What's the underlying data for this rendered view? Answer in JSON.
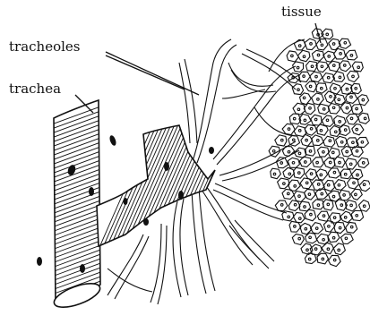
{
  "labels": {
    "tissue": "tissue",
    "tracheoles": "tracheoles",
    "trachea": "trachea"
  },
  "colors": {
    "ink": "#111111",
    "background": "#ffffff"
  }
}
